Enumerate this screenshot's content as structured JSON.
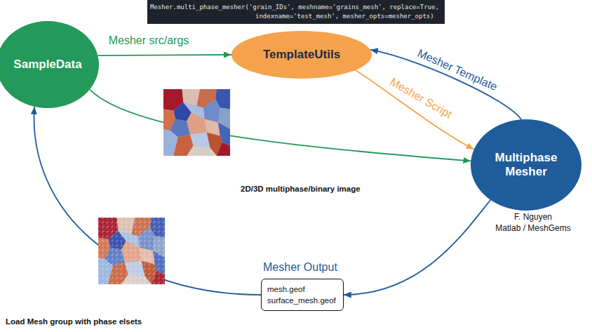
{
  "diagram": {
    "nodes": [
      {
        "text": [
          "Mesher.multi_phase_mesher('grain_IDs', meshname='grains_mesh', replace=True, indexname='test_mesh', mesher_opts=mesher_opts)"
        ]
      },
      {
        "text": [
          "SampleData"
        ]
      },
      {
        "text": [
          "TemplateUtils"
        ]
      },
      {
        "text": [
          "Multiphase Mesher"
        ]
      },
      {
        "text": [
          "Mesher Output",
          "mesh.geof",
          "surface_mesh.geof"
        ]
      }
    ],
    "edges": [
      {
        "from": 1,
        "to": 2,
        "label": "Mesher src/args",
        "arrow": "to"
      },
      {
        "from": 3,
        "to": 2,
        "label": "Mesher Template",
        "arrow": "to"
      },
      {
        "from": 2,
        "to": 3,
        "label": "Mesher Script",
        "arrow": "to"
      },
      {
        "from": 1,
        "to": 3,
        "arrow": "to"
      },
      {
        "from": 3,
        "to": 4,
        "arrow": "to"
      },
      {
        "from": 4,
        "to": 1,
        "arrow": "to"
      }
    ],
    "labels": [
      "2D/3D multiphase/binary image",
      "F. Nguyen",
      "Matlab / MeshGems",
      "Load Mesh group with phase elsets"
    ]
  }
}
